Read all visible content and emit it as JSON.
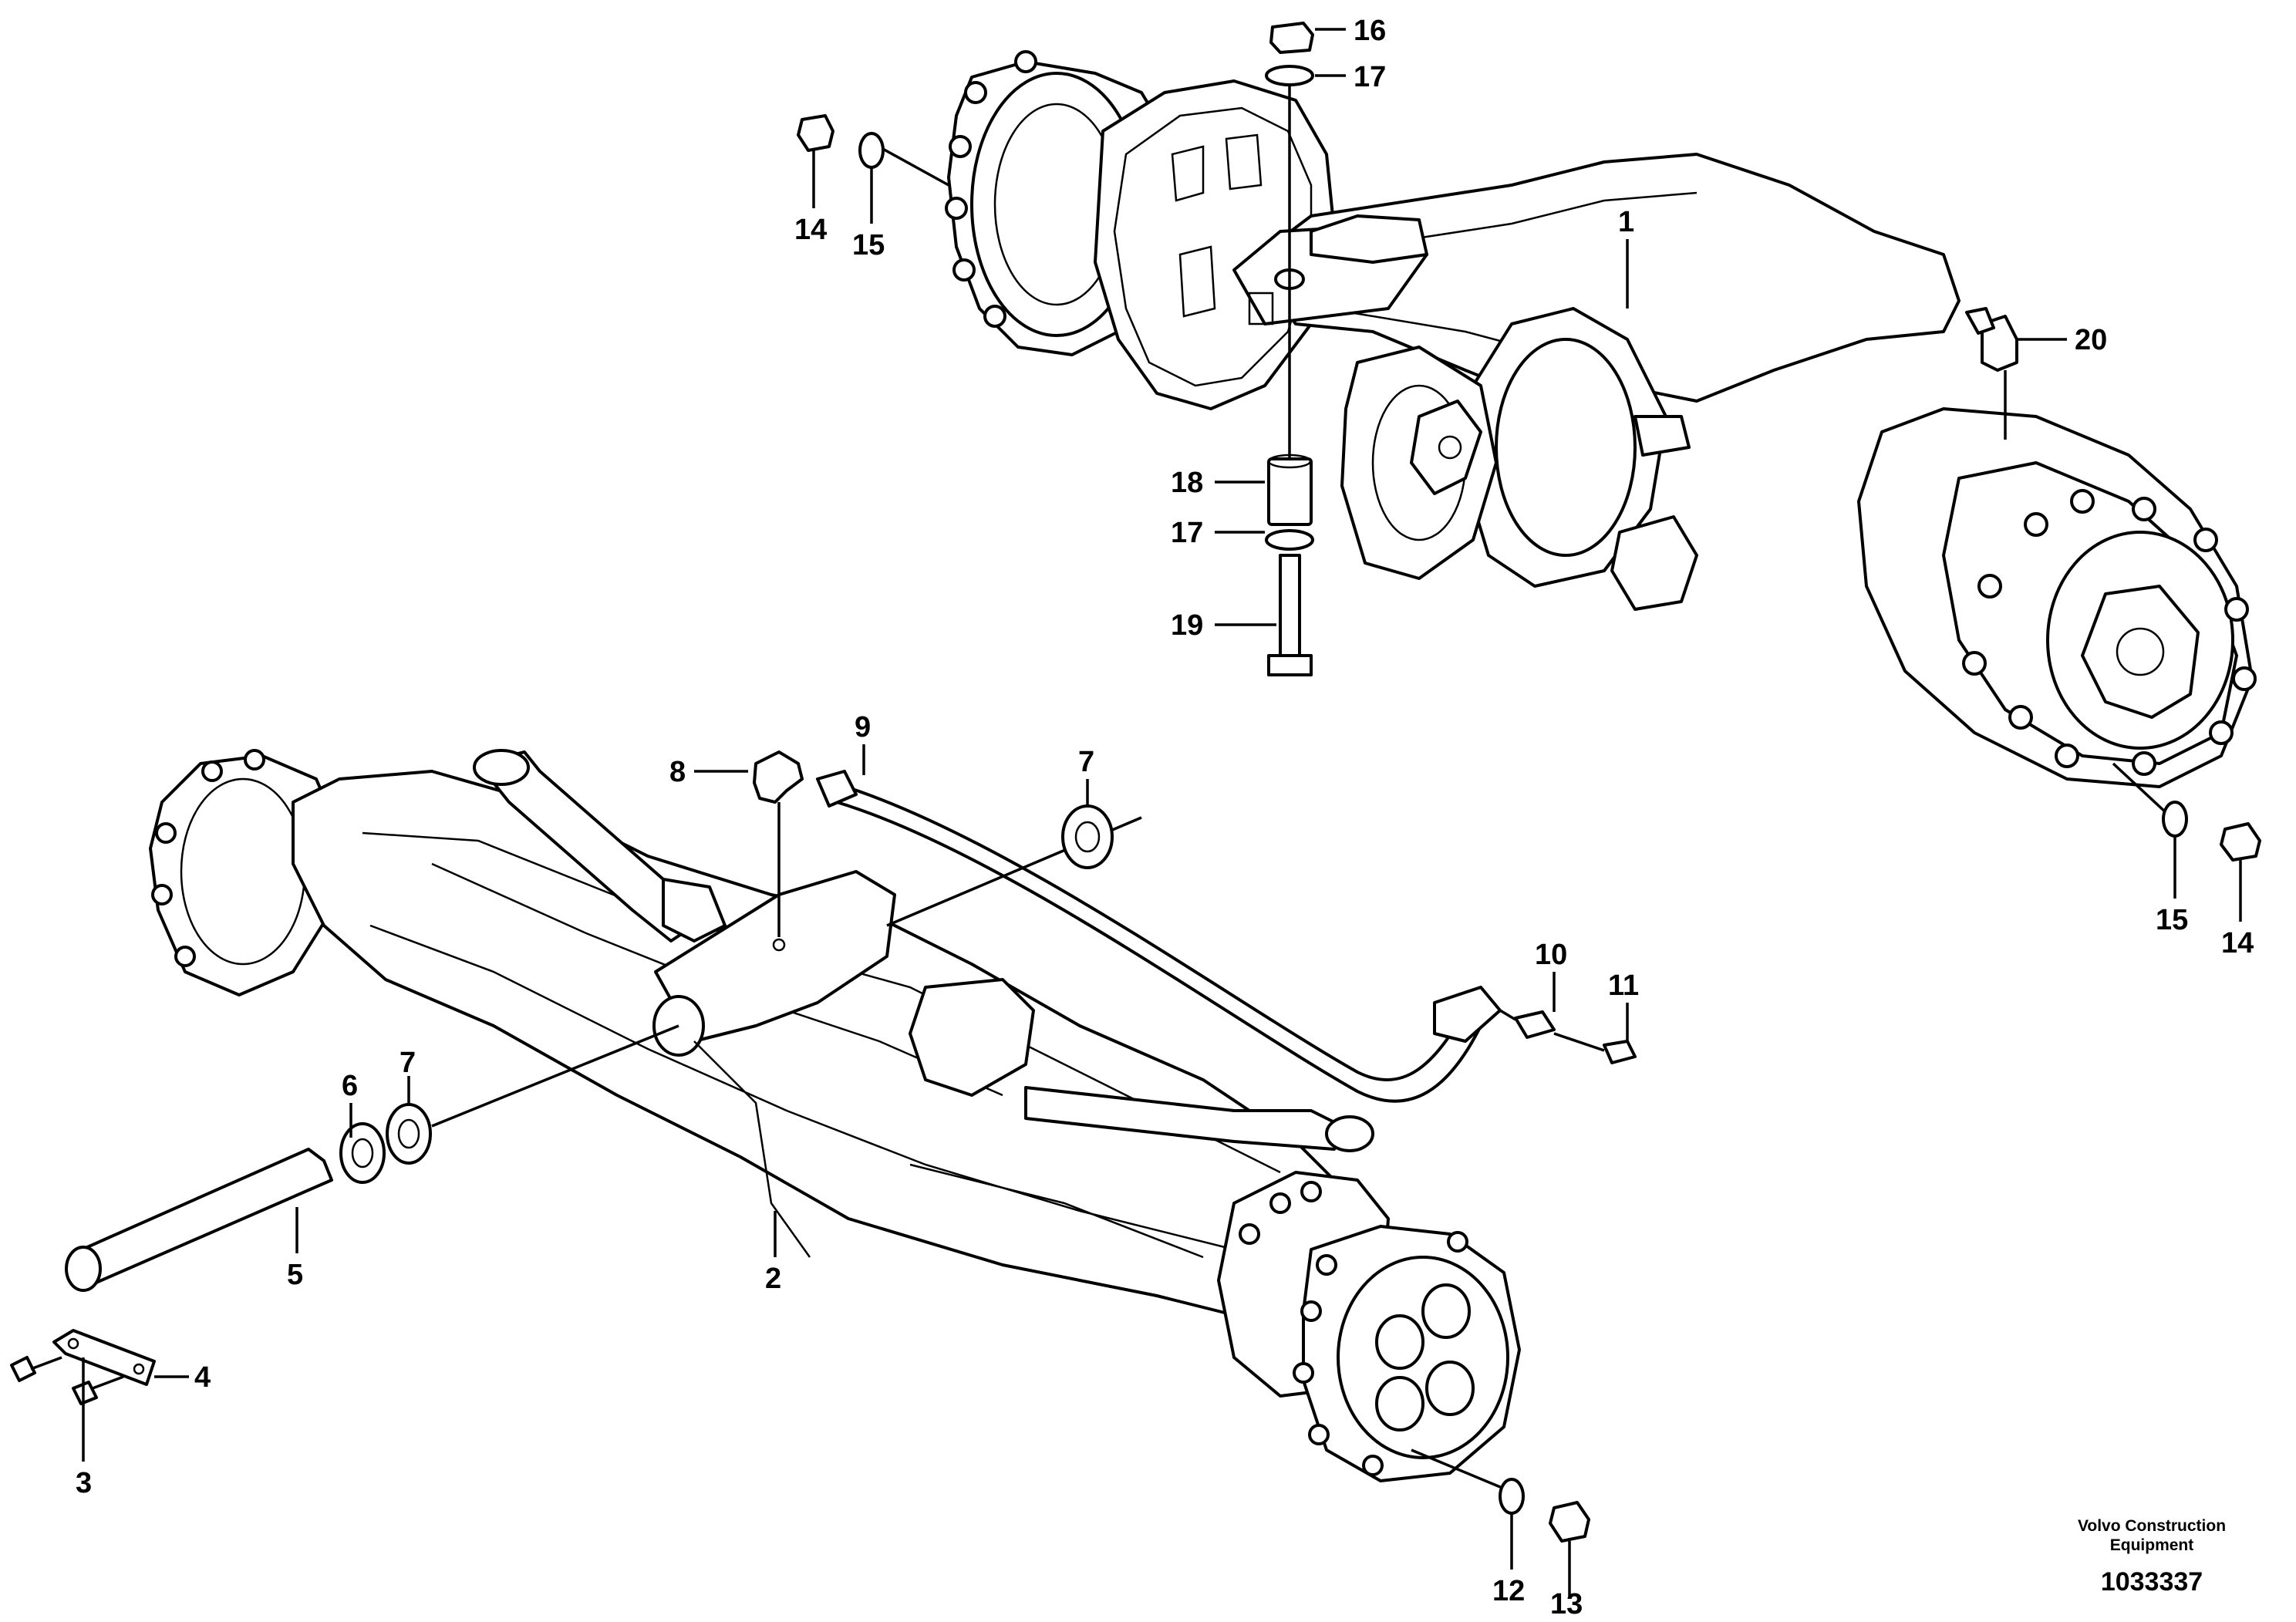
{
  "callouts": {
    "c1": "1",
    "c2": "2",
    "c3": "3",
    "c4": "4",
    "c5": "5",
    "c6": "6",
    "c7a": "7",
    "c7b": "7",
    "c8": "8",
    "c9": "9",
    "c10": "10",
    "c11": "11",
    "c12": "12",
    "c13": "13",
    "c14a": "14",
    "c14b": "14",
    "c15a": "15",
    "c15b": "15",
    "c16": "16",
    "c17a": "17",
    "c17b": "17",
    "c18": "18",
    "c19": "19",
    "c20": "20"
  },
  "credit": {
    "line1": "Volvo Construction",
    "line2": "Equipment"
  },
  "document_number": "1033337"
}
